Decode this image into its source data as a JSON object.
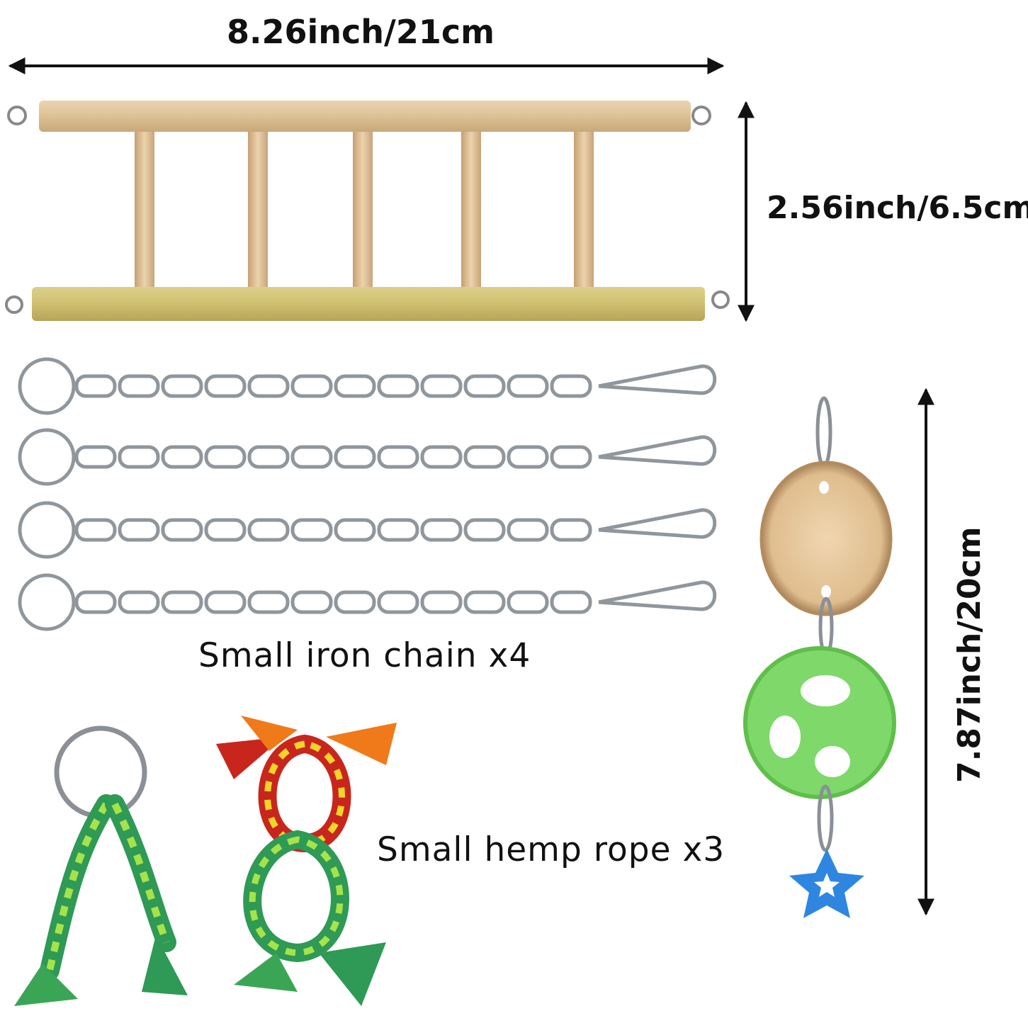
{
  "dimensions": {
    "ladder_width": "8.26inch/21cm",
    "ladder_height": "2.56inch/6.5cm",
    "pendant_height": "7.87inch/20cm"
  },
  "labels": {
    "chain": "Small iron chain x4",
    "rope": "Small hemp rope x3"
  },
  "colors": {
    "wood_light": "#e8cfa8",
    "wood_dark": "#c9a77a",
    "wood_green": "#cfc070",
    "metal": "#9aa0a6",
    "loofah": "#7fd86a",
    "star": "#2f86e0",
    "rope_green": "#2e9a55",
    "rope_lime": "#a6e34a",
    "rope_red": "#c8261d",
    "rope_orange": "#f07a1a",
    "rope_yellow": "#f2d42a"
  }
}
